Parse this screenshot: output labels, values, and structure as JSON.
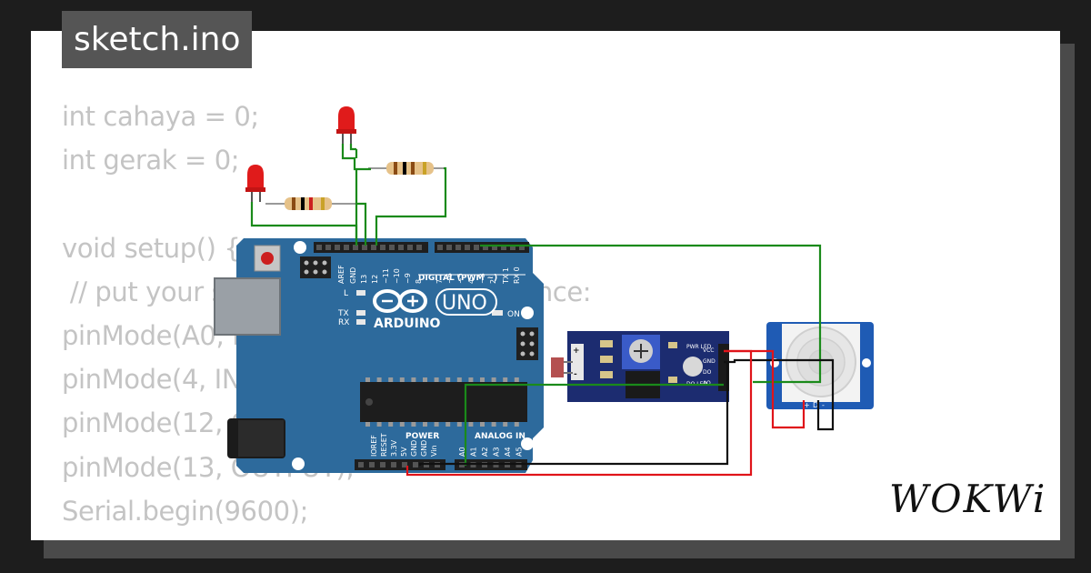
{
  "title": "sketch.ino",
  "code_lines": [
    "int cahaya = 0;",
    "int gerak = 0;",
    "",
    "void setup() {",
    " // put your setup code here, to run once:",
    "pinMode(A0, INPUT);",
    "pinMode(4, INPUT);",
    "pinMode(12, OUTPUT);",
    "pinMode(13, OUTPUT);",
    "Serial.begin(9600);",
    "}"
  ],
  "board": {
    "brand_text": "ARDUINO",
    "model_text": "UNO",
    "digital_header": "DIGITAL (PWM ~)",
    "power_header": "POWER",
    "analog_header": "ANALOG IN",
    "on_label": "ON",
    "l_label": "L",
    "tx_label": "TX",
    "rx_label": "RX",
    "digital_pins": [
      "AREF",
      "GND",
      "13",
      "12",
      "~11",
      "~10",
      "~9",
      "8",
      "7",
      "~6",
      "~5",
      "4",
      "~3",
      "2",
      "TX 1",
      "RX 0"
    ],
    "power_pins": [
      "IOREF",
      "RESET",
      "3.3V",
      "5V",
      "GND",
      "GND",
      "Vin"
    ],
    "analog_pins": [
      "A0",
      "A1",
      "A2",
      "A3",
      "A4",
      "A5"
    ]
  },
  "ldr_module": {
    "pins": [
      "VCC",
      "GND",
      "DO",
      "AO"
    ],
    "labels": [
      "PWR LED",
      "DO LED"
    ]
  },
  "pir": {
    "pins": [
      "+",
      "D",
      "-"
    ]
  },
  "brand_logo": "WOKWi",
  "colors": {
    "board": "#2d6a9c",
    "wire_green": "#1a8a1a",
    "wire_red": "#e0141a",
    "wire_black": "#111111",
    "led_red": "#e01b1b"
  }
}
